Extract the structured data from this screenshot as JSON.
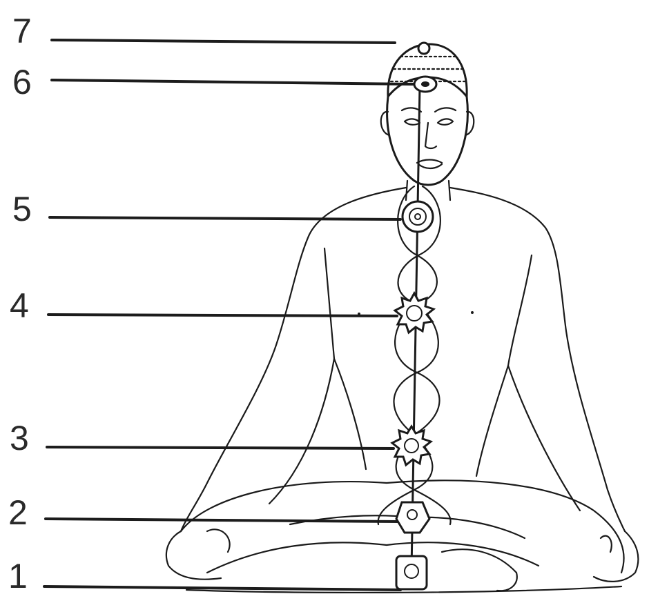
{
  "diagram": {
    "background": "#ffffff",
    "ink_color": "#1a1a1a",
    "labels": [
      {
        "id": "7",
        "text": "7"
      },
      {
        "id": "6",
        "text": "6"
      },
      {
        "id": "5",
        "text": "5"
      },
      {
        "id": "4",
        "text": "4"
      },
      {
        "id": "3",
        "text": "3"
      },
      {
        "id": "2",
        "text": "2"
      },
      {
        "id": "1",
        "text": "1"
      }
    ]
  }
}
